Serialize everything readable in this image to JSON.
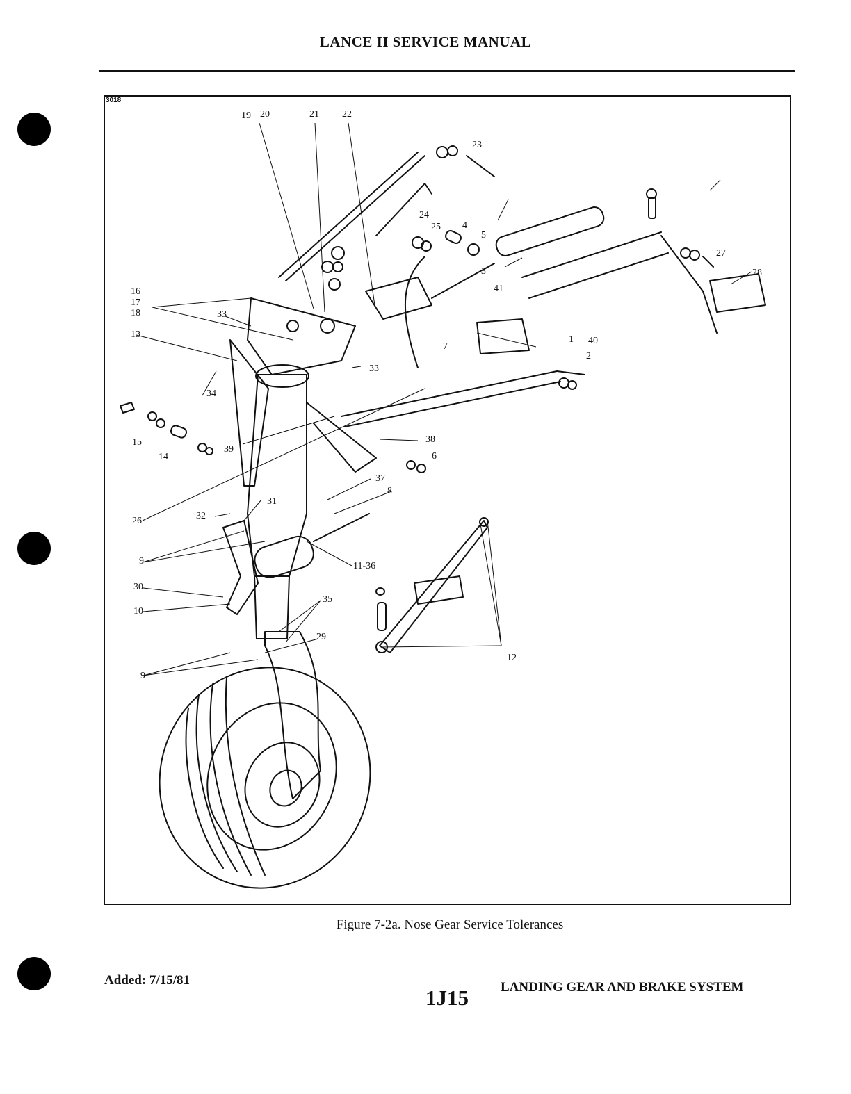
{
  "header": {
    "title": "LANCE II SERVICE MANUAL"
  },
  "figure": {
    "id": "3018",
    "caption": "Figure 7-2a. Nose Gear Service Tolerances",
    "callouts": {
      "c19": "19",
      "c20": "20",
      "c21": "21",
      "c22": "22",
      "c23": "23",
      "c24": "24",
      "c25": "25",
      "c4": "4",
      "c5": "5",
      "c27": "27",
      "c28": "28",
      "c3": "3",
      "c41": "41",
      "c16": "16",
      "c17": "17",
      "c18": "18",
      "c33a": "33",
      "c13": "13",
      "c33b": "33",
      "c1": "1",
      "c40": "40",
      "c2": "2",
      "c7": "7",
      "c34": "34",
      "c15": "15",
      "c14": "14",
      "c39": "39",
      "c38": "38",
      "c6": "6",
      "c37": "37",
      "c8": "8",
      "c31": "31",
      "c32": "32",
      "c26": "26",
      "c9a": "9",
      "c1136": "11-36",
      "c30": "30",
      "c10": "10",
      "c35": "35",
      "c29": "29",
      "c9b": "9",
      "c12": "12"
    }
  },
  "footer": {
    "added": "Added: 7/15/81",
    "page_code": "1J15",
    "section": "LANDING GEAR AND BRAKE SYSTEM"
  }
}
